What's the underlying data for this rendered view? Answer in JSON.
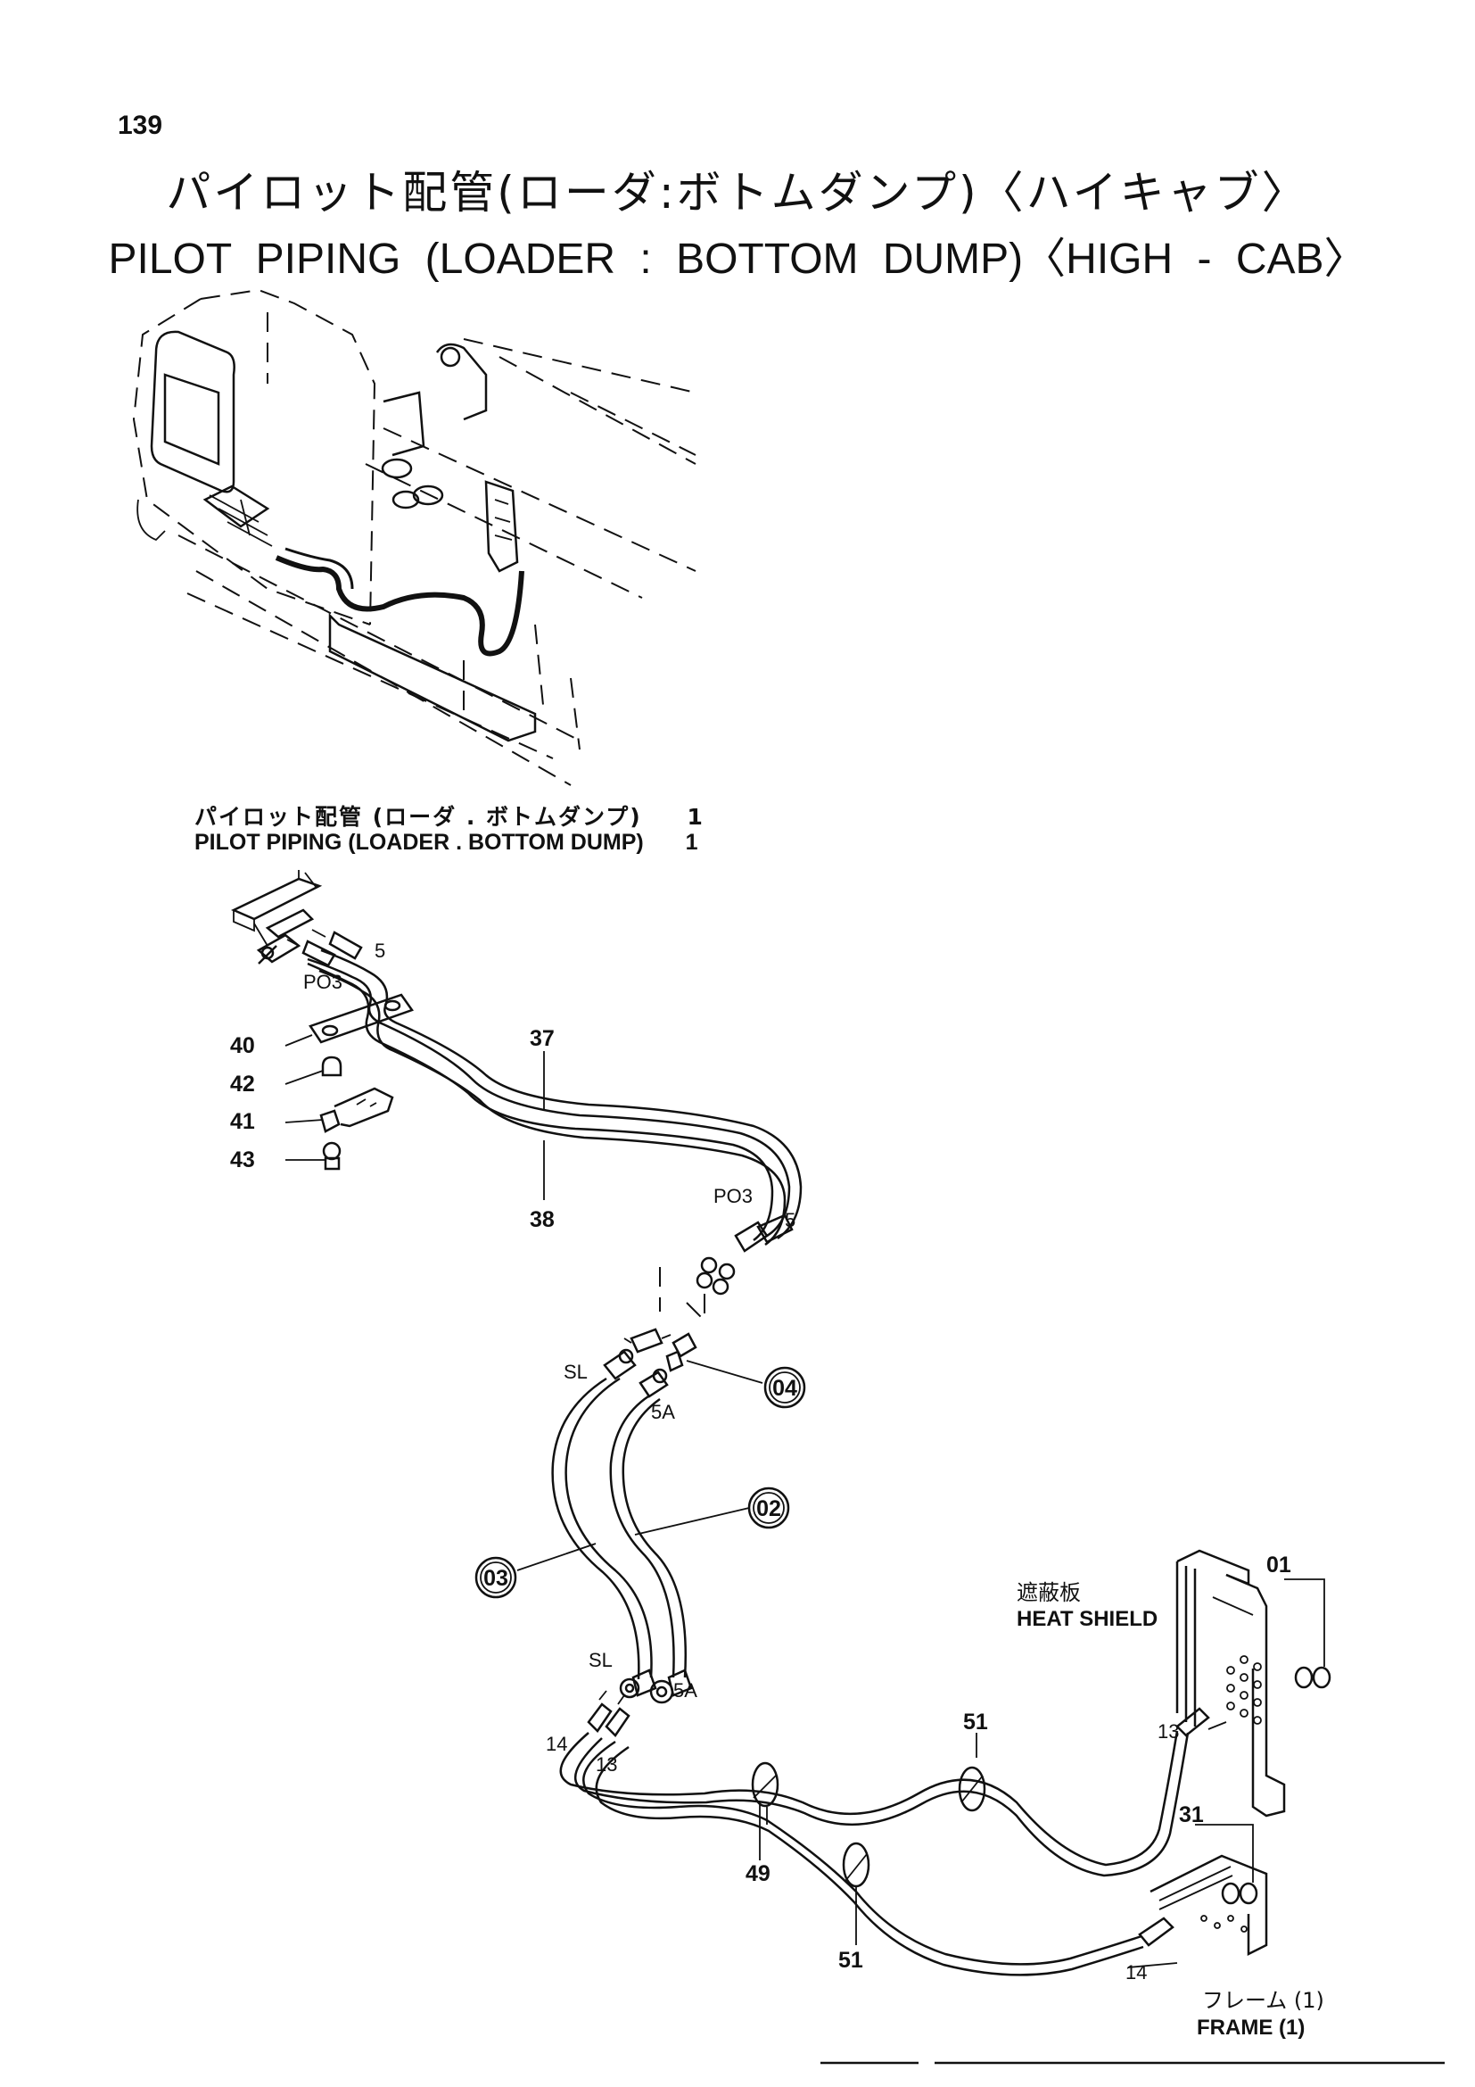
{
  "page_number": "139",
  "title_jp": "パイロット配管(ローダ:ボトムダンプ)〈ハイキャブ〉",
  "title_en": "PILOT PIPING (LOADER : BOTTOM DUMP)〈HIGH - CAB〉",
  "subassembly": {
    "jp": "パイロット配管 (ローダ . ボトムダンプ)",
    "en": "PILOT PIPING (LOADER . BOTTOM DUMP)",
    "qty": "1"
  },
  "callouts": {
    "p40": "40",
    "p42": "42",
    "p41": "41",
    "p43": "43",
    "p37": "37",
    "p38": "38",
    "p04": "04",
    "p02": "02",
    "p03": "03",
    "p01": "01",
    "p31": "31",
    "p51a": "51",
    "p51b": "51",
    "p49": "49",
    "p13a": "13",
    "p13b": "13",
    "p14a": "14",
    "p14b": "14"
  },
  "port_labels": {
    "po3_top": "PO3",
    "five_top": "5",
    "po3_mid": "PO3",
    "five_mid": "5",
    "sl_top": "SL",
    "sa_top": "5A",
    "sl_bot": "SL",
    "sa_bot": "5A"
  },
  "heat_shield": {
    "jp": "遮蔽板",
    "en": "HEAT SHIELD"
  },
  "frame": {
    "jp": "フレーム (1)",
    "en": "FRAME (1)"
  }
}
